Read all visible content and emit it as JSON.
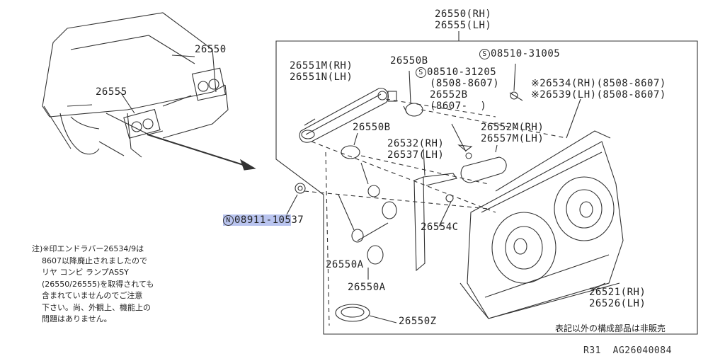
{
  "labels": {
    "rear_rh": "26550",
    "rear_lh": "26555",
    "assy_rh": "26550(RH)",
    "assy_lh": "26555(LH)",
    "screw_s": "S",
    "screw_a": "08510-31005",
    "bulb_top": "26550B",
    "screw_b_code": "08510-31205",
    "screw_b_range": "(8508-8607)",
    "garn_top": "26552B",
    "garn_top_range": "(8607-  )",
    "bracket_rh": "26551M(RH)",
    "bracket_lh": "26551N(LH)",
    "rubber_rh": "※26534(RH)(8508-8607)",
    "rubber_lh": "※26539(LH)(8508-8607)",
    "finisher_rh": "26552M(RH)",
    "finisher_lh": "26557M(LH)",
    "bulb_mid": "26550B",
    "gasket_rh": "26532(RH)",
    "gasket_lh": "26537(LH)",
    "nut_n": "N",
    "nut_code_a": "08911-105",
    "nut_code_b": "37",
    "clip": "26554C",
    "socket_a1": "26550A",
    "socket_a2": "26550A",
    "packing": "26550Z",
    "lens_rh": "26521(RH)",
    "lens_lh": "26526(LH)"
  },
  "note": "注)※印エンドラバー26534/9は\n    8607以降廃止されましたので\n    リヤ コンビ ランプASSY\n    (26550/26555)を取得されても\n    含まれていませんのでご注意\n    下さい。尚、外観上、機能上の\n    問題はありません。",
  "footer_note": "表記以外の構成部品は非販売",
  "ref_code": "R31  AG26040084",
  "colors": {
    "line": "#333333",
    "highlight": "#b9c4ef"
  }
}
